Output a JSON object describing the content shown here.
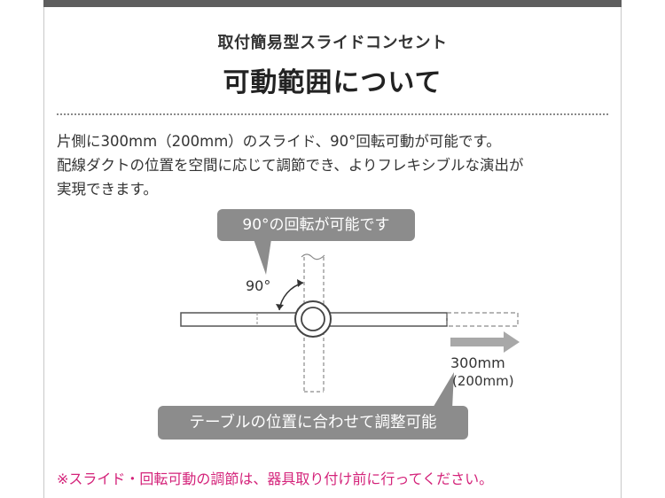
{
  "header": {
    "subtitle": "取付簡易型スライドコンセント",
    "title": "可動範囲について"
  },
  "description": {
    "lines": [
      "片側に300mm（200mm）のスライド、90°回転可動が可能です。",
      "配線ダクトの位置を空間に応じて調節でき、よりフレキシブルな演出が",
      "実現できます。"
    ]
  },
  "diagram": {
    "rotation_callout": "90°の回転が可能です",
    "angle_label": "90°",
    "slide_label": "300mm",
    "slide_label_alt": "(200mm)",
    "position_callout": "テーブルの位置に合わせて調整可能"
  },
  "note": "※スライド・回転可動の調節は、器具取り付け前に行ってください。",
  "colors": {
    "top_bar": "#5e5e5e",
    "callout_bg": "#8c8c8c",
    "note_text": "#d4237a",
    "arrow": "#a8a8a8"
  }
}
